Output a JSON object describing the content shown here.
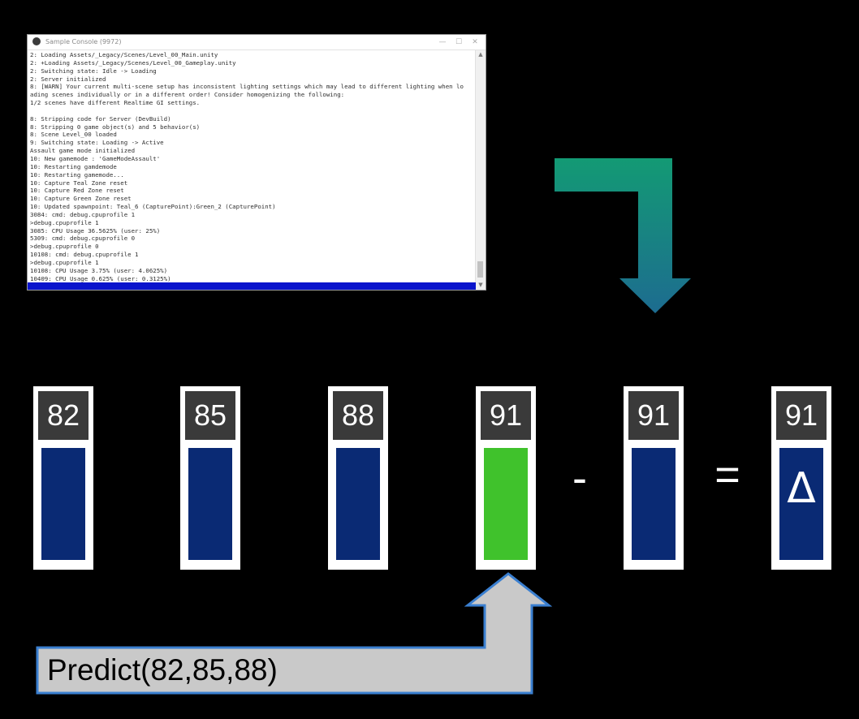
{
  "console": {
    "title": "Sample Console (9972)",
    "buttons": {
      "minimize": "—",
      "maximize": "☐",
      "close": "✕"
    },
    "lines": [
      "2: Loading Assets/_Legacy/Scenes/Level_00_Main.unity",
      "2: +Loading Assets/_Legacy/Scenes/Level_00_Gameplay.unity",
      "2: Switching state: Idle -> Loading",
      "2: Server initialized",
      "8: [WARN] Your current multi-scene setup has inconsistent lighting settings which may lead to different lighting when lo",
      "ading scenes individually or in a different order! Consider homogenizing the following:",
      "1/2 scenes have different Realtime GI settings.",
      "",
      "8: Stripping code for Server (DevBuild)",
      "8: Stripping 0 game object(s) and 5 behavior(s)",
      "8: Scene Level_00 loaded",
      "9: Switching state: Loading -> Active",
      "Assault game mode initialized",
      "10: New gamemode : 'GameModeAssault'",
      "10: Restarting gamdemode",
      "10: Restarting gamemode...",
      "10: Capture Teal Zone reset",
      "10: Capture Red Zone reset",
      "10: Capture Green Zone reset",
      "10: Updated spawnpoint: Teal_6 (CapturePoint):Green_2 (CapturePoint)",
      "3084: cmd: debug.cpuprofile 1",
      ">debug.cpuprofile 1",
      "3085: CPU Usage 36.5625% (user: 25%)",
      "5309: cmd: debug.cpuprofile 0",
      ">debug.cpuprofile 0",
      "10108: cmd: debug.cpuprofile 1",
      ">debug.cpuprofile 1",
      "10108: CPU Usage 3.75% (user: 4.0625%)",
      "10409: CPU Usage 0.625% (user: 0.3125%)"
    ]
  },
  "buckets": [
    {
      "label": "82",
      "state": "history"
    },
    {
      "label": "85",
      "state": "history"
    },
    {
      "label": "88",
      "state": "history"
    },
    {
      "label": "91",
      "state": "predicted"
    },
    {
      "label": "91",
      "state": "actual"
    },
    {
      "label": "91",
      "state": "delta",
      "glyph": "Δ"
    }
  ],
  "operators": {
    "minus": "-",
    "equals": "="
  },
  "predict": {
    "label": "Predict(82,85,88)"
  },
  "colors": {
    "background": "#000000",
    "bucket_fill": "#0a2a74",
    "predicted_fill": "#40c22c",
    "label_bg": "#3a3a3a",
    "arrow_teal_top": "#139a74",
    "arrow_teal_bottom": "#1d6c90",
    "predict_box": "#c9c9c9",
    "predict_border": "#3a7fd0",
    "console_input_bar": "#0a14cc"
  }
}
